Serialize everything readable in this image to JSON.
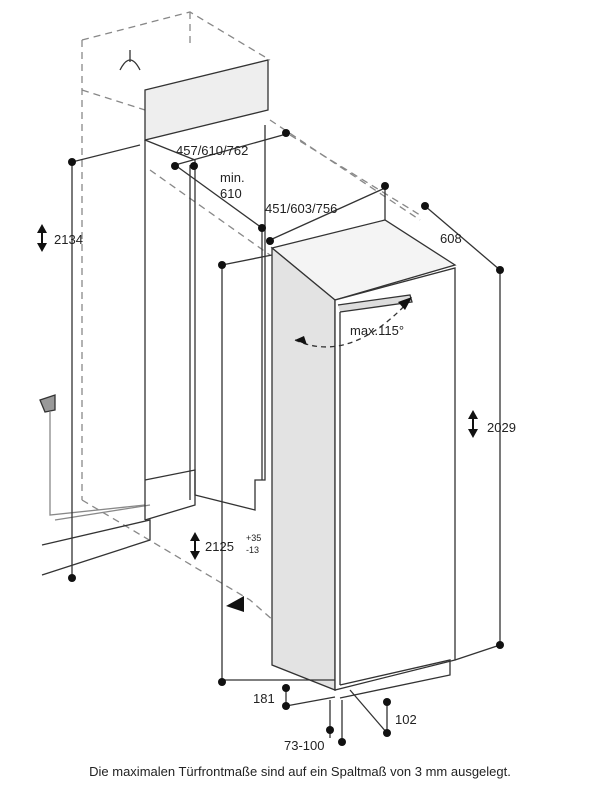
{
  "dimensions": {
    "niche_width": "457/610/762",
    "min_depth_label": "min.",
    "min_depth_value": "610",
    "door_width": "451/603/756",
    "appliance_depth": "608",
    "niche_total_height": "2134",
    "door_angle": "max.115°",
    "appliance_height": "2029",
    "niche_height": "2125",
    "niche_height_tol_plus": "+35",
    "niche_height_tol_minus": "-13",
    "plinth_height": "181",
    "plinth_depth": "102",
    "plinth_offset": "73-100"
  },
  "caption": "Die maximalen Türfrontmaße sind auf ein Spaltmaß von 3 mm ausgelegt."
}
